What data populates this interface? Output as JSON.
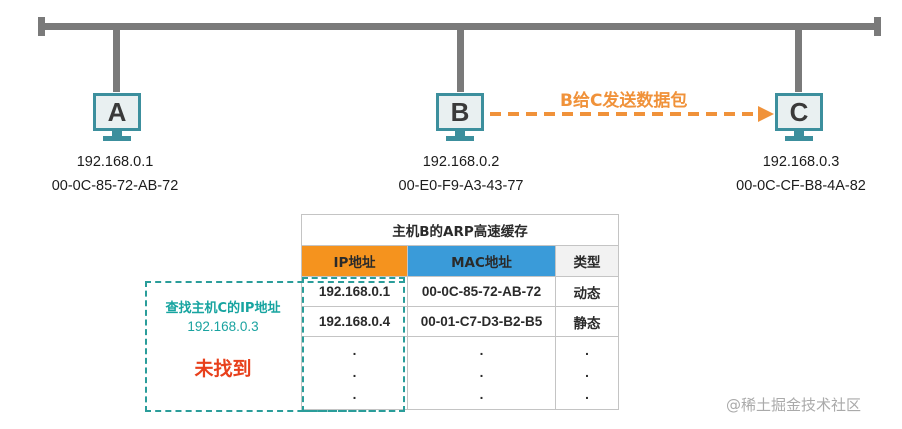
{
  "hosts": [
    {
      "label": "A",
      "ip": "192.168.0.1",
      "mac": "00-0C-85-72-AB-72"
    },
    {
      "label": "B",
      "ip": "192.168.0.2",
      "mac": "00-E0-F9-A3-43-77"
    },
    {
      "label": "C",
      "ip": "192.168.0.3",
      "mac": "00-0C-CF-B8-4A-82"
    }
  ],
  "arrow_label": "B给C发送数据包",
  "arp_table": {
    "title": "主机B的ARP高速缓存",
    "headers": {
      "ip": "IP地址",
      "mac": "MAC地址",
      "type": "类型"
    },
    "rows": [
      {
        "ip": "192.168.0.1",
        "mac": "00-0C-85-72-AB-72",
        "type": "动态"
      },
      {
        "ip": "192.168.0.4",
        "mac": "00-01-C7-D3-B2-B5",
        "type": "静态"
      }
    ],
    "ellipsis": ".\n.\n."
  },
  "lookup": {
    "title": "查找主机C的IP地址",
    "ip": "192.168.0.3",
    "result": "未找到"
  },
  "colors": {
    "bus": "#7a7a7a",
    "monitor": "#3c8f9d",
    "arrow": "#f0923a",
    "ip_header": "#f5931e",
    "mac_header": "#3a9bd9",
    "dashed_box": "#2a9d9a",
    "not_found": "#e8401c"
  },
  "watermark": "@稀土掘金技术社区"
}
